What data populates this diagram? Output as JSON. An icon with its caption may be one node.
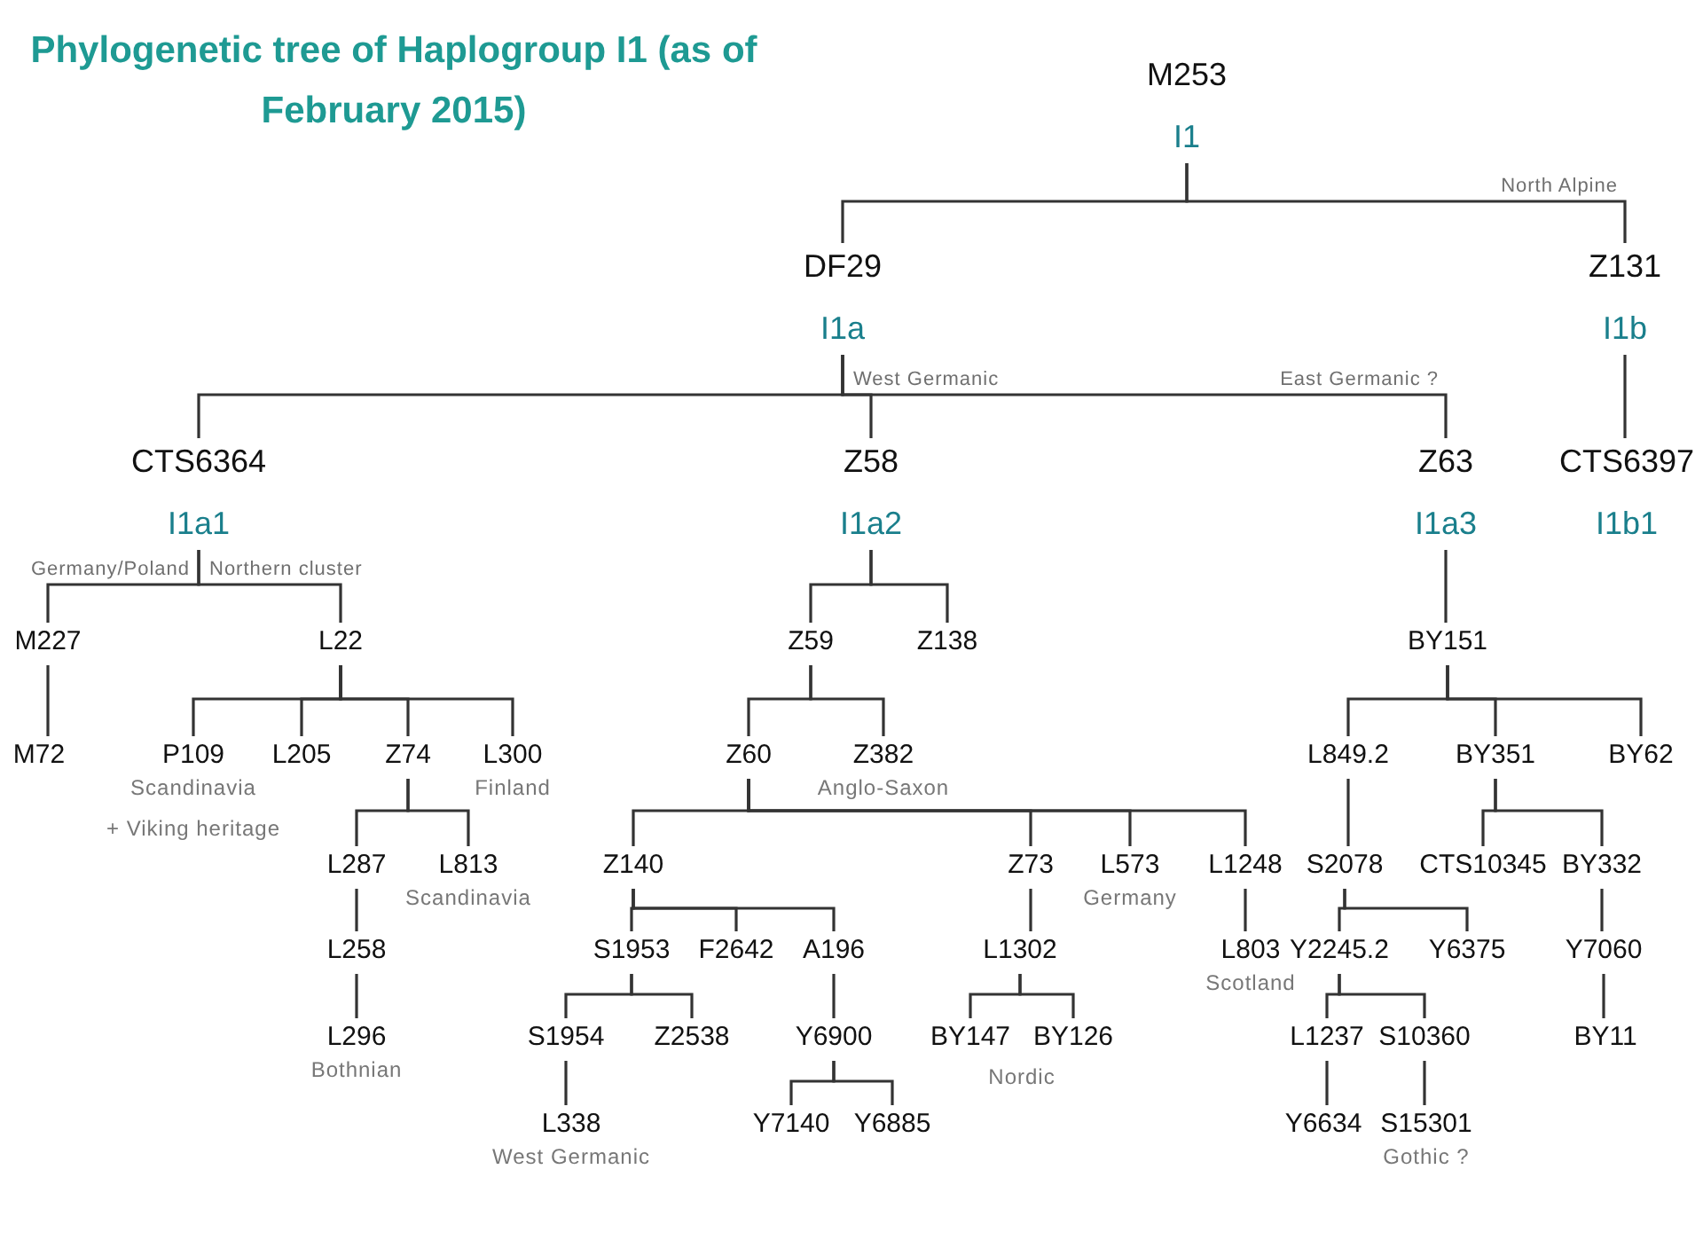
{
  "diagram": {
    "title": "Phylogenetic tree of Haplogroup I1 (as of February 2015)",
    "nodes": [
      {
        "text": [
          "M253",
          "I1"
        ]
      },
      {
        "text": [
          "DF29",
          "I1a"
        ]
      },
      {
        "text": [
          "Z131",
          "I1b"
        ]
      },
      {
        "text": [
          "CTS6364",
          "I1a1"
        ]
      },
      {
        "text": [
          "Z58",
          "I1a2"
        ]
      },
      {
        "text": [
          "Z63",
          "I1a3"
        ]
      },
      {
        "text": [
          "CTS6397",
          "I1b1"
        ]
      },
      {
        "text": [
          "M227"
        ]
      },
      {
        "text": [
          "L22"
        ]
      },
      {
        "text": [
          "M72"
        ]
      },
      {
        "text": [
          "P109"
        ],
        "beside": [
          "Scandinavia",
          "+ Viking heritage"
        ]
      },
      {
        "text": [
          "L205"
        ]
      },
      {
        "text": [
          "Z74"
        ]
      },
      {
        "text": [
          "L300"
        ],
        "beside": [
          "Finland"
        ]
      },
      {
        "text": [
          "L287"
        ]
      },
      {
        "text": [
          "L813"
        ],
        "beside": [
          "Scandinavia"
        ]
      },
      {
        "text": [
          "L258"
        ]
      },
      {
        "text": [
          "L296"
        ],
        "beside": [
          "Bothnian"
        ]
      },
      {
        "text": [
          "Z59"
        ]
      },
      {
        "text": [
          "Z138"
        ]
      },
      {
        "text": [
          "Z60"
        ]
      },
      {
        "text": [
          "Z382"
        ],
        "beside": [
          "Anglo-Saxon"
        ]
      },
      {
        "text": [
          "Z140"
        ]
      },
      {
        "text": [
          "Z73"
        ]
      },
      {
        "text": [
          "L573"
        ],
        "beside": [
          "Germany"
        ]
      },
      {
        "text": [
          "L1248"
        ]
      },
      {
        "text": [
          "S1953"
        ]
      },
      {
        "text": [
          "F2642"
        ]
      },
      {
        "text": [
          "A196"
        ]
      },
      {
        "text": [
          "L1302"
        ]
      },
      {
        "text": [
          "L803"
        ],
        "beside": [
          "Scotland"
        ]
      },
      {
        "text": [
          "S1954"
        ]
      },
      {
        "text": [
          "Z2538"
        ]
      },
      {
        "text": [
          "Y6900"
        ]
      },
      {
        "text": [
          "BY147"
        ]
      },
      {
        "text": [
          "BY126"
        ]
      },
      {
        "text": [
          "L338"
        ],
        "beside": [
          "West Germanic"
        ]
      },
      {
        "text": [
          "Y7140"
        ]
      },
      {
        "text": [
          "Y6885"
        ]
      },
      {
        "text": [
          "BY151"
        ]
      },
      {
        "text": [
          "L849.2"
        ]
      },
      {
        "text": [
          "BY351"
        ]
      },
      {
        "text": [
          "BY62"
        ]
      },
      {
        "text": [
          "S2078"
        ]
      },
      {
        "text": [
          "CTS10345"
        ]
      },
      {
        "text": [
          "BY332"
        ]
      },
      {
        "text": [
          "Y2245.2"
        ]
      },
      {
        "text": [
          "Y6375"
        ]
      },
      {
        "text": [
          "Y7060"
        ]
      },
      {
        "text": [
          "L1237"
        ]
      },
      {
        "text": [
          "S10360"
        ]
      },
      {
        "text": [
          "BY11"
        ]
      },
      {
        "text": [
          "Y6634"
        ]
      },
      {
        "text": [
          "S15301"
        ],
        "beside": [
          "Gothic ?"
        ]
      }
    ],
    "edges": [
      {
        "from": 0,
        "to": 1,
        "arrow": "none"
      },
      {
        "from": 0,
        "to": 2,
        "arrow": "none",
        "label": "North Alpine"
      },
      {
        "from": 1,
        "to": 3,
        "arrow": "none"
      },
      {
        "from": 1,
        "to": 4,
        "arrow": "none",
        "label": "West Germanic"
      },
      {
        "from": 1,
        "to": 5,
        "arrow": "none",
        "label": "East Germanic ?"
      },
      {
        "from": 2,
        "to": 6,
        "arrow": "none"
      },
      {
        "from": 3,
        "to": 7,
        "arrow": "none",
        "label": "Germany/Poland"
      },
      {
        "from": 3,
        "to": 8,
        "arrow": "none",
        "label": "Northern cluster"
      },
      {
        "from": 7,
        "to": 9,
        "arrow": "none"
      },
      {
        "from": 8,
        "to": 10,
        "arrow": "none"
      },
      {
        "from": 8,
        "to": 11,
        "arrow": "none"
      },
      {
        "from": 8,
        "to": 12,
        "arrow": "none"
      },
      {
        "from": 8,
        "to": 13,
        "arrow": "none"
      },
      {
        "from": 12,
        "to": 14,
        "arrow": "none"
      },
      {
        "from": 12,
        "to": 15,
        "arrow": "none"
      },
      {
        "from": 14,
        "to": 16,
        "arrow": "none"
      },
      {
        "from": 16,
        "to": 17,
        "arrow": "none"
      },
      {
        "from": 4,
        "to": 18,
        "arrow": "none"
      },
      {
        "from": 4,
        "to": 19,
        "arrow": "none"
      },
      {
        "from": 18,
        "to": 20,
        "arrow": "none"
      },
      {
        "from": 18,
        "to": 21,
        "arrow": "none"
      },
      {
        "from": 20,
        "to": 22,
        "arrow": "none"
      },
      {
        "from": 20,
        "to": 23,
        "arrow": "none"
      },
      {
        "from": 20,
        "to": 24,
        "arrow": "none"
      },
      {
        "from": 20,
        "to": 25,
        "arrow": "none"
      },
      {
        "from": 22,
        "to": 26,
        "arrow": "none"
      },
      {
        "from": 22,
        "to": 27,
        "arrow": "none"
      },
      {
        "from": 22,
        "to": 28,
        "arrow": "none"
      },
      {
        "from": 23,
        "to": 29,
        "arrow": "none"
      },
      {
        "from": 25,
        "to": 30,
        "arrow": "none"
      },
      {
        "from": 26,
        "to": 31,
        "arrow": "none"
      },
      {
        "from": 26,
        "to": 32,
        "arrow": "none"
      },
      {
        "from": 28,
        "to": 33,
        "arrow": "none"
      },
      {
        "from": 29,
        "to": 34,
        "arrow": "none"
      },
      {
        "from": 29,
        "to": 35,
        "arrow": "none"
      },
      {
        "from": 31,
        "to": 36,
        "arrow": "none"
      },
      {
        "from": 33,
        "to": 37,
        "arrow": "none"
      },
      {
        "from": 33,
        "to": 38,
        "arrow": "none"
      },
      {
        "from": 5,
        "to": 39,
        "arrow": "none"
      },
      {
        "from": 39,
        "to": 40,
        "arrow": "none"
      },
      {
        "from": 39,
        "to": 41,
        "arrow": "none"
      },
      {
        "from": 39,
        "to": 42,
        "arrow": "none"
      },
      {
        "from": 40,
        "to": 43,
        "arrow": "none"
      },
      {
        "from": 41,
        "to": 44,
        "arrow": "none"
      },
      {
        "from": 41,
        "to": 45,
        "arrow": "none"
      },
      {
        "from": 43,
        "to": 46,
        "arrow": "none"
      },
      {
        "from": 43,
        "to": 47,
        "arrow": "none"
      },
      {
        "from": 45,
        "to": 48,
        "arrow": "none"
      },
      {
        "from": 46,
        "to": 49,
        "arrow": "none"
      },
      {
        "from": 46,
        "to": 50,
        "arrow": "none"
      },
      {
        "from": 48,
        "to": 51,
        "arrow": "none"
      },
      {
        "from": 49,
        "to": 52,
        "arrow": "none"
      },
      {
        "from": 50,
        "to": 53,
        "arrow": "none"
      }
    ],
    "labels": [
      "Nordic"
    ]
  }
}
